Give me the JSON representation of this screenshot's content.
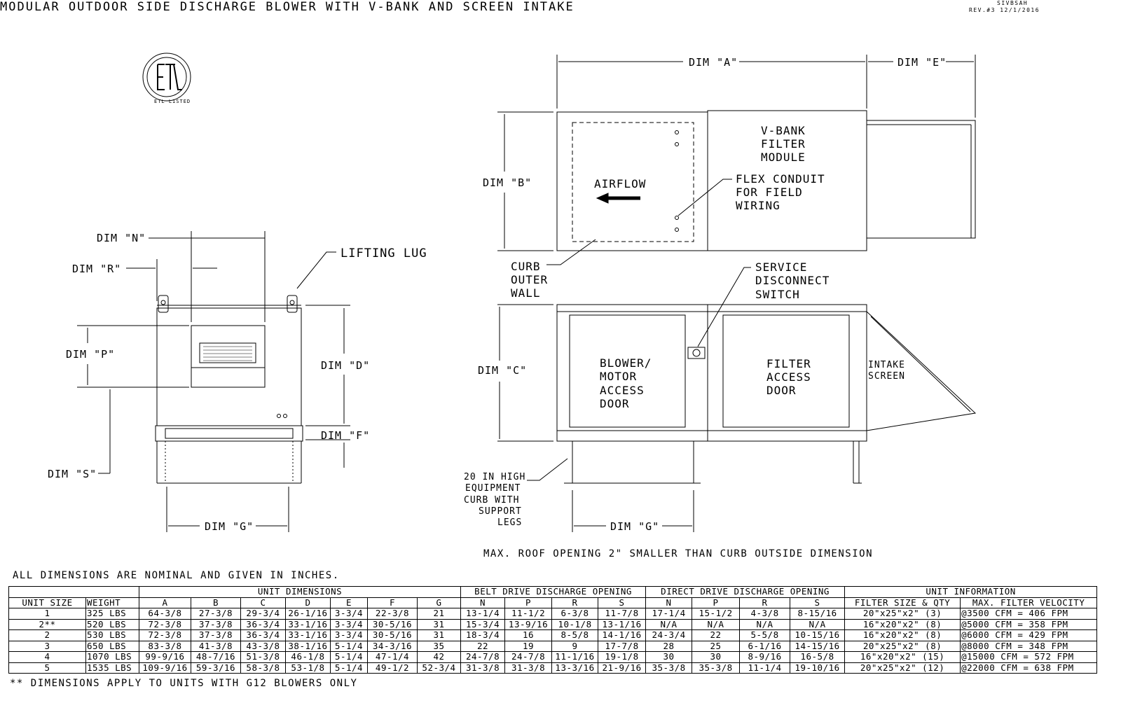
{
  "title": "MODULAR OUTDOOR SIDE DISCHARGE BLOWER WITH V-BANK AND SCREEN INTAKE",
  "drawing_code": "SIVBSAH",
  "revision": "REV.#3   12/1/2016",
  "logo": "ETL LISTED",
  "labels": {
    "dim_a": "DIM \"A\"",
    "dim_e": "DIM \"E\"",
    "dim_b": "DIM \"B\"",
    "dim_c": "DIM \"C\"",
    "dim_d": "DIM \"D\"",
    "dim_f": "DIM \"F\"",
    "dim_g": "DIM \"G\"",
    "dim_n": "DIM \"N\"",
    "dim_r": "DIM \"R\"",
    "dim_p": "DIM \"P\"",
    "dim_s": "DIM \"S\"",
    "lifting_lug": "LIFTING LUG",
    "airflow": "AIRFLOW",
    "vbank": [
      "V-BANK",
      "FILTER",
      "MODULE"
    ],
    "flex": [
      "FLEX CONDUIT",
      "FOR FIELD",
      "WIRING"
    ],
    "curb": [
      "CURB",
      "OUTER",
      "WALL"
    ],
    "service": [
      "SERVICE",
      "DISCONNECT",
      "SWITCH"
    ],
    "blower_door": [
      "BLOWER/",
      "MOTOR",
      "ACCESS",
      "DOOR"
    ],
    "filter_door": [
      "FILTER",
      "ACCESS",
      "DOOR"
    ],
    "intake": [
      "INTAKE",
      "SCREEN"
    ],
    "curb_legs": [
      "20 IN HIGH",
      "EQUIPMENT",
      "CURB WITH",
      "SUPPORT",
      "LEGS"
    ]
  },
  "notes": {
    "roof": "MAX. ROOF OPENING 2\" SMALLER THAN CURB OUTSIDE DIMENSION",
    "nominal": "ALL DIMENSIONS ARE NOMINAL AND GIVEN IN INCHES.",
    "footnote": "** DIMENSIONS APPLY TO UNITS WITH G12 BLOWERS ONLY"
  },
  "table": {
    "groups": [
      "UNIT DIMENSIONS",
      "BELT DRIVE DISCHARGE OPENING",
      "DIRECT DRIVE DISCHARGE OPENING",
      "UNIT INFORMATION"
    ],
    "headers": [
      "UNIT SIZE",
      "WEIGHT",
      "A",
      "B",
      "C",
      "D",
      "E",
      "F",
      "G",
      "N",
      "P",
      "R",
      "S",
      "N",
      "P",
      "R",
      "S",
      "FILTER SIZE & QTY",
      "MAX. FILTER VELOCITY"
    ],
    "rows": [
      [
        "1",
        "325 LBS",
        "64-3/8",
        "27-3/8",
        "29-3/4",
        "26-1/16",
        "3-3/4",
        "22-3/8",
        "21",
        "13-1/4",
        "11-1/2",
        "6-3/8",
        "11-7/8",
        "17-1/4",
        "15-1/2",
        "4-3/8",
        "8-15/16",
        "20\"x25\"x2\" (3)",
        "@3500 CFM = 406 FPM"
      ],
      [
        "2**",
        "520 LBS",
        "72-3/8",
        "37-3/8",
        "36-3/4",
        "33-1/16",
        "3-3/4",
        "30-5/16",
        "31",
        "15-3/4",
        "13-9/16",
        "10-1/8",
        "13-1/16",
        "N/A",
        "N/A",
        "N/A",
        "N/A",
        "16\"x20\"x2\" (8)",
        "@5000 CFM = 358 FPM"
      ],
      [
        "2",
        "530 LBS",
        "72-3/8",
        "37-3/8",
        "36-3/4",
        "33-1/16",
        "3-3/4",
        "30-5/16",
        "31",
        "18-3/4",
        "16",
        "8-5/8",
        "14-1/16",
        "24-3/4",
        "22",
        "5-5/8",
        "10-15/16",
        "16\"x20\"x2\" (8)",
        "@6000 CFM = 429 FPM"
      ],
      [
        "3",
        "650 LBS",
        "83-3/8",
        "41-3/8",
        "43-3/8",
        "38-1/16",
        "5-1/4",
        "34-3/16",
        "35",
        "22",
        "19",
        "9",
        "17-7/8",
        "28",
        "25",
        "6-1/16",
        "14-15/16",
        "20\"x25\"x2\" (8)",
        "@8000 CFM = 348 FPM"
      ],
      [
        "4",
        "1070 LBS",
        "99-9/16",
        "48-7/16",
        "51-3/8",
        "46-1/8",
        "5-1/4",
        "47-1/4",
        "42",
        "24-7/8",
        "24-7/8",
        "11-1/16",
        "19-1/8",
        "30",
        "30",
        "8-9/16",
        "16-5/8",
        "16\"x20\"x2\" (15)",
        "@15000 CFM = 572 FPM"
      ],
      [
        "5",
        "1535 LBS",
        "109-9/16",
        "59-3/16",
        "58-3/8",
        "53-1/8",
        "5-1/4",
        "49-1/2",
        "52-3/4",
        "31-3/8",
        "31-3/8",
        "13-3/16",
        "21-9/16",
        "35-3/8",
        "35-3/8",
        "11-1/4",
        "19-10/16",
        "20\"x25\"x2\" (12)",
        "@22000 CFM = 638 FPM"
      ]
    ]
  }
}
